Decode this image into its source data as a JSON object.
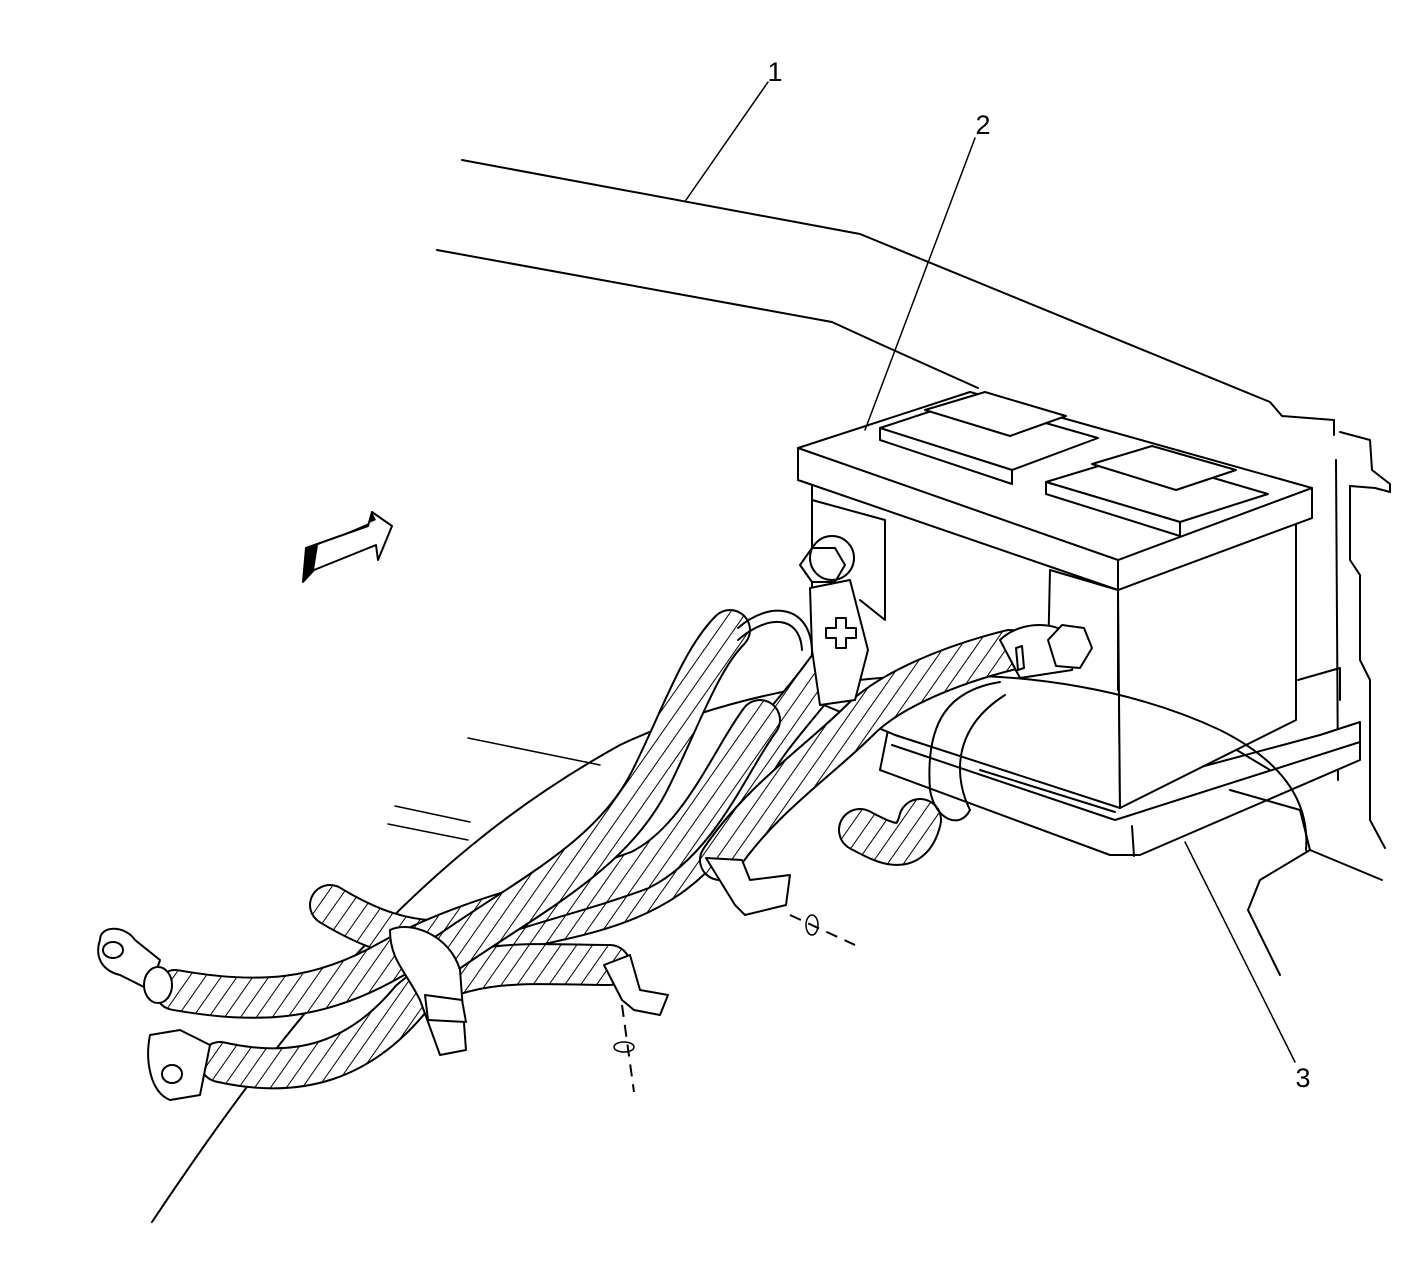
{
  "callouts": [
    {
      "id": "1",
      "label": "1"
    },
    {
      "id": "2",
      "label": "2"
    },
    {
      "id": "3",
      "label": "3"
    }
  ],
  "icons": [
    "direction-arrow-icon",
    "positive-terminal-icon",
    "negative-terminal-icon"
  ],
  "colors": {
    "line": "#000000",
    "background": "#ffffff"
  }
}
